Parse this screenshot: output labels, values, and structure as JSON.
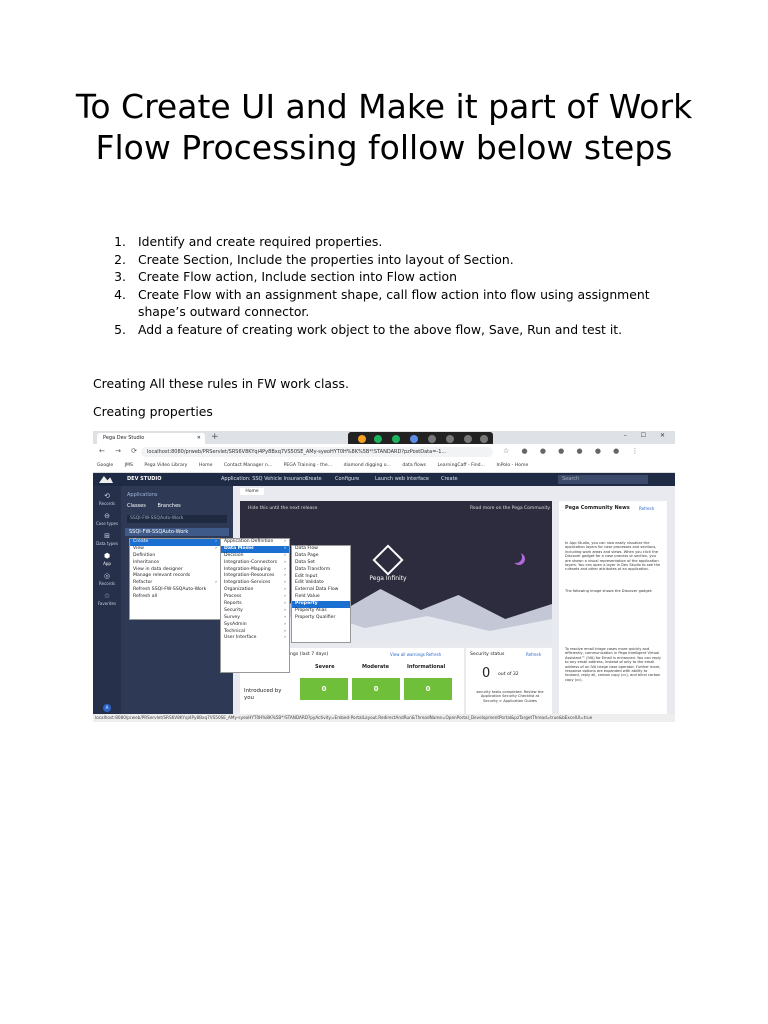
{
  "document": {
    "title": "To Create UI and Make it part of Work Flow Processing follow below steps",
    "steps": [
      {
        "num": "1.",
        "text": "Identify and create required properties."
      },
      {
        "num": "2.",
        "text": "Create Section, Include the properties into layout of Section."
      },
      {
        "num": "3.",
        "text": "Create Flow action, Include section into Flow action"
      },
      {
        "num": "4.",
        "text": "Create Flow with an assignment shape, call flow action into flow using assignment shape’s outward connector."
      },
      {
        "num": "5.",
        "text": "Add a feature of creating work object to the above flow, Save, Run and test it."
      }
    ],
    "para1": "Creating All these rules in FW work class.",
    "para2": "Creating properties"
  },
  "screenshot": {
    "browser_tab": "Pega Dev Studio",
    "url": "localhost:8080/prweb/PRServlet/SRS6V8KYqi4Py8Bxq7VS50SE_AMy-syeoHYT0H%8K%5B*!STANDARD?pzPostData=-1...",
    "bookmarks": [
      "Google",
      "JMS",
      "Pega Video Library",
      "Home",
      "Contact Manager n...",
      "PEGA Training - the...",
      "diamond digging o...",
      "data flows",
      "LearningCaff - Find...",
      "InPolo - Home"
    ],
    "header": {
      "studio": "DEV STUDIO",
      "application": "Application: SSQ Vehicle Insurance",
      "menus": [
        "Create",
        "Configure",
        "Launch web interface",
        "Create"
      ],
      "search_placeholder": "Search"
    },
    "rail": [
      "Records",
      "Case types",
      "Data types",
      "App",
      "Records",
      "Favorites"
    ],
    "nav": {
      "title": "Applications",
      "tabs": [
        "Classes",
        "Branches"
      ],
      "filter": "SSQI-FW-SSQAuto-Work",
      "selected": "SSQI-FW-SSQAuto-Work"
    },
    "menu1": [
      "Create",
      "View",
      "Definition",
      "Inheritance",
      "View in data designer",
      "Manage relevant records",
      "Refactor",
      "Refresh SSQI-FW-SSQAuto-Work",
      "Refresh all"
    ],
    "menu2": [
      "Application Definition",
      "Data Model",
      "Decision",
      "Integration-Connectors",
      "Integration-Mapping",
      "Integration-Resources",
      "Integration-Services",
      "Organization",
      "Process",
      "Reports",
      "Security",
      "Survey",
      "SysAdmin",
      "Technical",
      "User Interface"
    ],
    "menu3": [
      "Data Flow",
      "Data Page",
      "Data Set",
      "Data Transform",
      "Edit Input",
      "Edit Validate",
      "External Data Flow",
      "Field Value",
      "Property",
      "Property Alias",
      "Property Qualifier"
    ],
    "home_tab": "Home",
    "banner": {
      "hide": "Hide this until the next release",
      "read": "Read more on the Pega Community",
      "brand": "Pega Infinity"
    },
    "news": {
      "title": "Pega Community News",
      "refresh": "Refresh",
      "p1": "In App Studio, you can now easily visualize the application layers for case processes and sections, including work areas and views. When you click the Discover gadget for a case process or section, you are shown a visual representation of the application layers. You can open a layer in Dev Studio to see the rulesets and other attributes of an application.",
      "p2": "The following image shows the Discover gadget:",
      "p3": "To resolve email triage cases more quickly and efficiently, communication in Pega Intelligent Virtual Assistant™ (IVA) for Email is enhanced. You can reply to any email address, instead of only to the email address of an IVA triage case operator. Further more, response options are expanded with ability to forward, reply all, carbon copy (cc), and blind carbon copy (cc)."
    },
    "warnings": {
      "header": "ngs (last 7 days)",
      "link": "View all warnings  Refresh",
      "cols": [
        "Severe",
        "Moderate",
        "Informational"
      ],
      "row_label": "Introduced by you",
      "values": [
        "0",
        "0",
        "0"
      ]
    },
    "security": {
      "title": "Security status",
      "refresh": "Refresh",
      "count": "0",
      "of": "out of 32",
      "note": "security tasks completed. Review the Application Security Checklist at Security > Application Guides"
    },
    "status_url": "localhost:8080/prweb/PRServlet/SRS6V8KYqi4Py8Bxq7VS50SE_AMy-syeoHYT0H%8K%5B*!STANDARD?pyActivity=Embed-PortalLayout.RedirectAndRun&ThreadName=OpenPortal_DevelopmentPortal&pzTargetThread=true&bExcelUI=true"
  }
}
